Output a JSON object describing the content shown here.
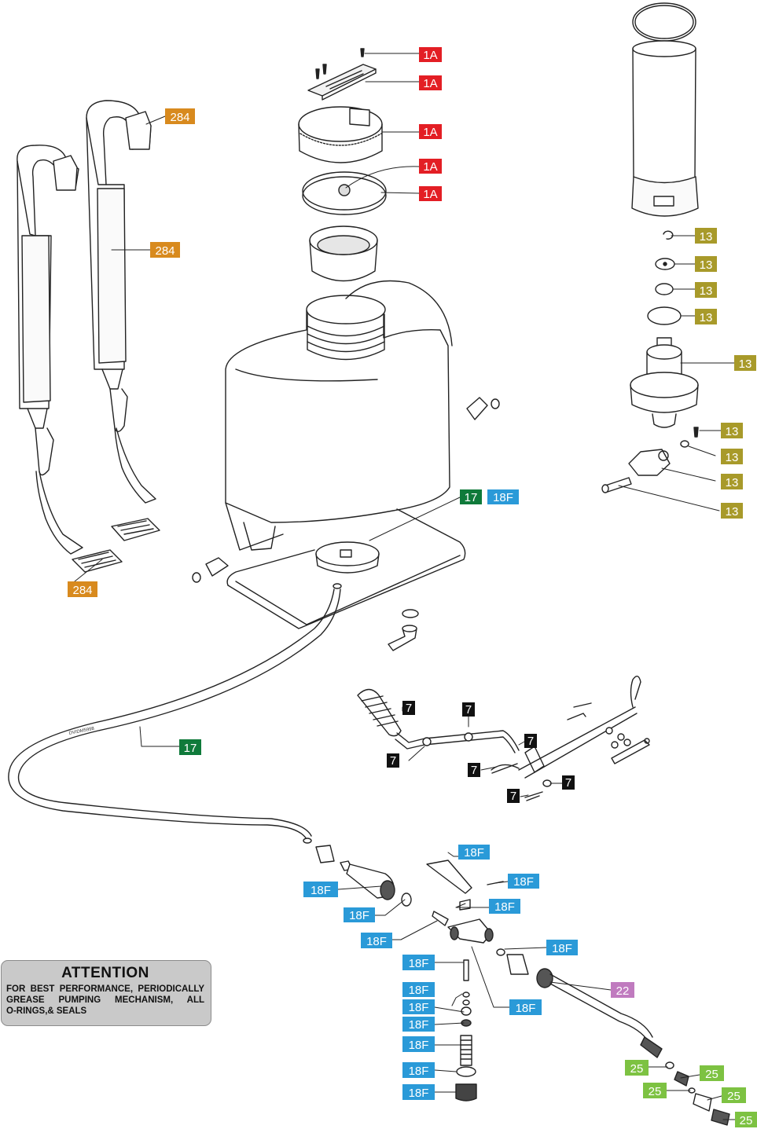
{
  "part_labels": {
    "lid": "1A",
    "straps": "284",
    "pump": "13",
    "hose_bottom": "17",
    "wand_assembly": "18F",
    "handle": "7",
    "lance": "22",
    "nozzle": "25"
  },
  "hose_marking": "DVIDM5998",
  "attention": {
    "title": "ATTENTION",
    "line1": "FOR BEST PERFORMANCE, PERIODICALLY",
    "line2": "GREASE PUMPING MECHANISM, ALL",
    "line3": "O-RINGS,& SEALS"
  },
  "colors": {
    "red": "#e31e24",
    "orange": "#d88a1e",
    "olive": "#a89a2a",
    "dark_green": "#0f7a3a",
    "blue": "#2a9ad8",
    "black": "#111111",
    "purple": "#c07bbf",
    "light_green": "#7dc242"
  }
}
